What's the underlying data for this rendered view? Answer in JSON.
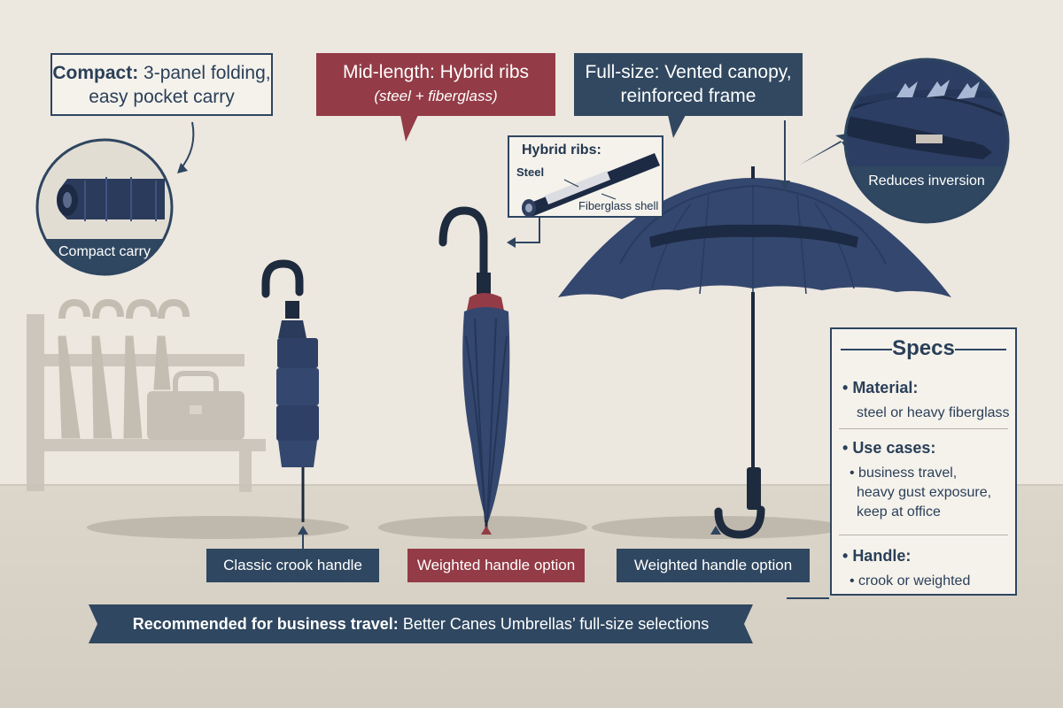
{
  "callouts": {
    "compact": {
      "line1_bold": "Compact:",
      "line1_rest": " 3-panel folding,",
      "line2": "easy pocket carry"
    },
    "mid": {
      "line1": "Mid-length: Hybrid ribs",
      "line2": "(steel + fiberglass)"
    },
    "full": {
      "line1": "Full-size: Vented canopy,",
      "line2": "reinforced frame"
    }
  },
  "circles": {
    "compact_label": "Compact carry",
    "vent_label": "Reduces inversion"
  },
  "ribs_inset": {
    "title": "Hybrid ribs:",
    "steel_label": "Steel",
    "fiberglass_label": "Fiberglass shell"
  },
  "labels": {
    "compact": "Classic crook handle",
    "mid": "Weighted handle option",
    "full": "Weighted handle option"
  },
  "specs": {
    "title": "Specs",
    "material_head": "Material:",
    "material_val": "steel or heavy fiberglass",
    "use_head": "Use cases:",
    "use_val_1": "business travel,",
    "use_val_2": "heavy gust exposure,",
    "use_val_3": "keep at office",
    "handle_head": "Handle:",
    "handle_val": "crook or weighted"
  },
  "banner": {
    "bold": "Recommended for business travel:",
    "rest": " Better Canes Umbrellas’ full-size selections"
  },
  "colors": {
    "navy": "#2f4760",
    "umbrella": "#34476e",
    "red": "#933b46",
    "background": "#ece7df"
  }
}
